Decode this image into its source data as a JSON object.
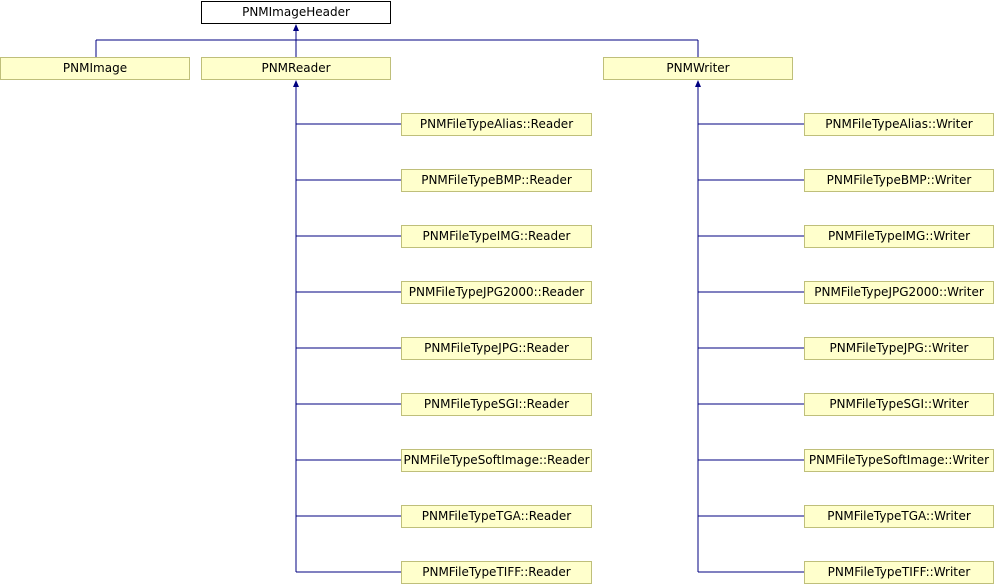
{
  "diagram": {
    "edge_color": "#000080",
    "node_fill": "#ffffcc",
    "node_border": "#bfbf7a",
    "root": {
      "label": "PNMImageHeader"
    },
    "level1": [
      {
        "label": "PNMImage"
      },
      {
        "label": "PNMReader"
      },
      {
        "label": "PNMWriter"
      }
    ],
    "readers": [
      {
        "label": "PNMFileTypeAlias::Reader"
      },
      {
        "label": "PNMFileTypeBMP::Reader"
      },
      {
        "label": "PNMFileTypeIMG::Reader"
      },
      {
        "label": "PNMFileTypeJPG2000::Reader"
      },
      {
        "label": "PNMFileTypeJPG::Reader"
      },
      {
        "label": "PNMFileTypeSGI::Reader"
      },
      {
        "label": "PNMFileTypeSoftImage::Reader"
      },
      {
        "label": "PNMFileTypeTGA::Reader"
      },
      {
        "label": "PNMFileTypeTIFF::Reader"
      }
    ],
    "writers": [
      {
        "label": "PNMFileTypeAlias::Writer"
      },
      {
        "label": "PNMFileTypeBMP::Writer"
      },
      {
        "label": "PNMFileTypeIMG::Writer"
      },
      {
        "label": "PNMFileTypeJPG2000::Writer"
      },
      {
        "label": "PNMFileTypeJPG::Writer"
      },
      {
        "label": "PNMFileTypeSGI::Writer"
      },
      {
        "label": "PNMFileTypeSoftImage::Writer"
      },
      {
        "label": "PNMFileTypeTGA::Writer"
      },
      {
        "label": "PNMFileTypeTIFF::Writer"
      }
    ]
  }
}
